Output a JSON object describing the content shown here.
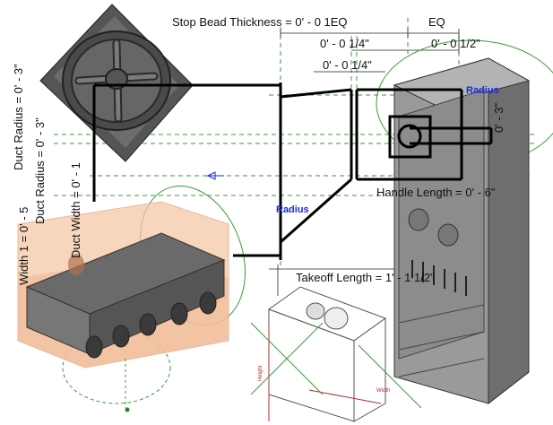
{
  "dimensions": {
    "stop_bead": "Stop Bead Thickness = 0' - 0 1EQ",
    "eq": "EQ",
    "quarter_top": "0' - 0 1/4\"",
    "half": "0' - 0 1/2\"",
    "quarter_mid": "0' - 0 1/4\"",
    "radius_right": "Radius",
    "right_three": "0' - 3\"",
    "handle_length": "Handle Length = 0' - 6\"",
    "radius_center": "Radius",
    "takeoff_length": "Takeoff Length = 1' - 1 1/2\"",
    "duct_radius_1": "Duct Radius = 0' - 3\"",
    "duct_radius_2": "Duct Radius = 0' - 3\"",
    "duct_width": "Duct Width = 0' - 1",
    "width_1": "Width 1 = 0' - 5"
  },
  "small_labels": {
    "height": "Height",
    "width": "Width"
  },
  "colors": {
    "dimension_green": "#3b9b3b",
    "dimension_blue": "#1a2bd6",
    "cabinet_gray": "#8a8a8a",
    "plenum_fill": "#f5c9a8",
    "fan_dark": "#4a4a4a"
  },
  "icons": {
    "fan": "roof-fan-icon",
    "plenum": "supply-plenum-box-icon",
    "cabinet": "electrical-cabinet-icon",
    "condenser": "condensing-unit-icon"
  }
}
